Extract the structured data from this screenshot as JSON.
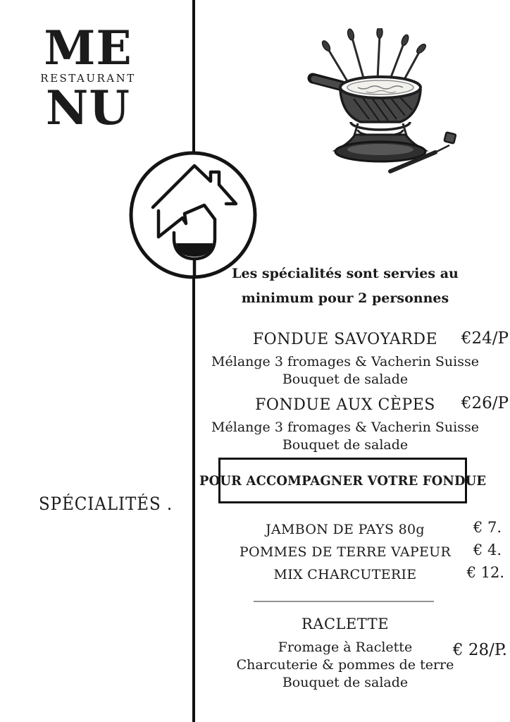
{
  "page": {
    "background_color": "#ffffff",
    "ink_color": "#1b1b1b",
    "divider_color": "#949494"
  },
  "brand": {
    "title_top": "ME",
    "subtitle": "RESTAURANT",
    "title_bottom": "NU"
  },
  "icons": {
    "house_wine_logo": "circle containing house with chimney, mountain zigzag and half-full wine glass",
    "fondue_pot": "hand-drawn fondue pot with forks, burner stand and bread-cube fork"
  },
  "intro": {
    "line1": "Les spécialités sont servies au",
    "line2": "minimum pour 2 personnes"
  },
  "section_label": "SPÉCIALITÉS .",
  "fondues": [
    {
      "name": "FONDUE SAVOYARDE",
      "price": "€24/P",
      "desc1": "Mélange 3 fromages & Vacherin Suisse",
      "desc2": "Bouquet de salade"
    },
    {
      "name": "FONDUE AUX CÈPES",
      "price": "€26/P",
      "desc1": "Mélange 3 fromages & Vacherin Suisse",
      "desc2": "Bouquet de salade"
    }
  ],
  "box_label": "POUR ACCOMPAGNER VOTRE FONDUE",
  "sides": [
    {
      "name": "JAMBON DE PAYS 80g",
      "price": "€ 7."
    },
    {
      "name": "POMMES DE TERRE VAPEUR",
      "price": "€ 4."
    },
    {
      "name": "MIX CHARCUTERIE",
      "price": "€ 12."
    }
  ],
  "raclette": {
    "name": "RACLETTE",
    "price": "€ 28/P.",
    "desc": [
      "Fromage à Raclette",
      "Charcuterie & pommes de terre",
      "Bouquet de salade"
    ]
  }
}
